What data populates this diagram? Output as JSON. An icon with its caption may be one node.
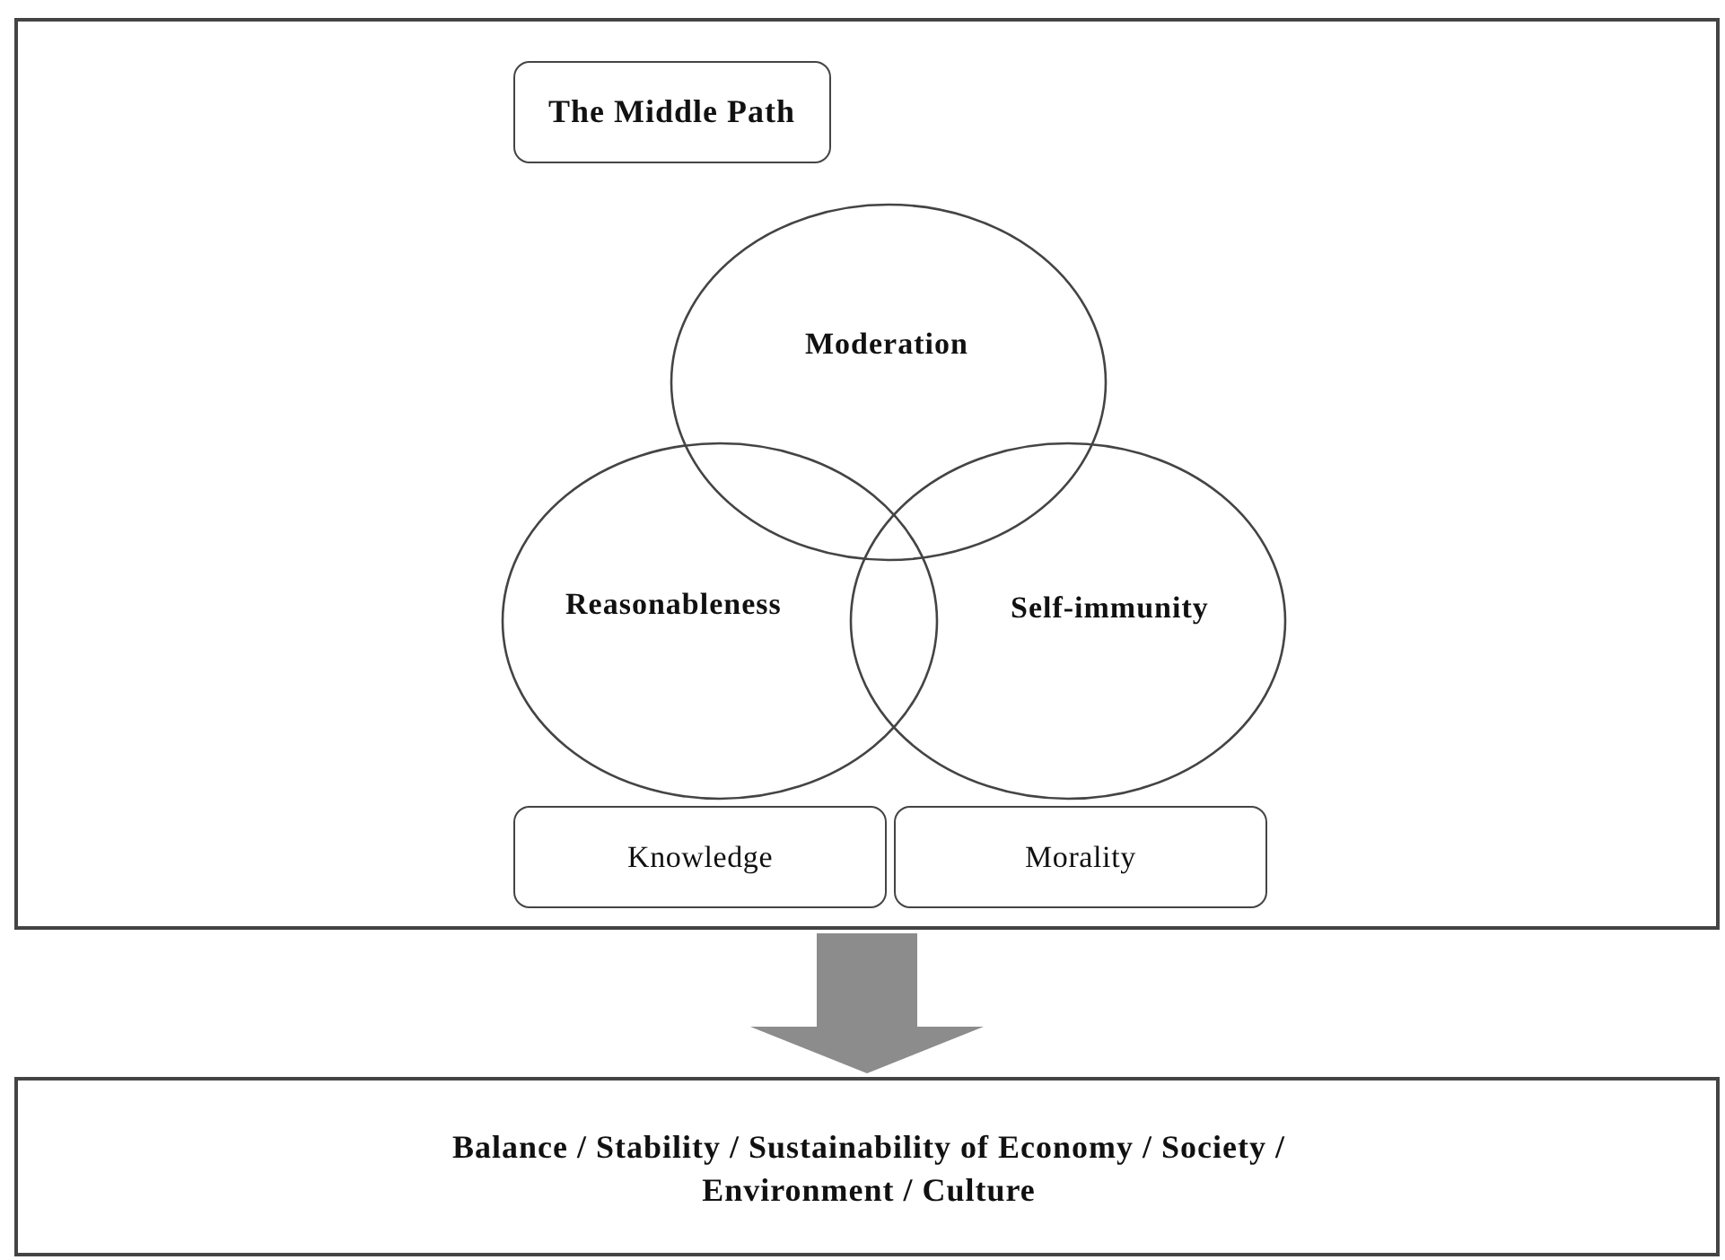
{
  "diagram": {
    "nodes": [
      {
        "text": [],
        "shape": "box"
      },
      {
        "text": [
          "The Middle Path"
        ],
        "in": 0
      },
      {
        "text": [
          "Moderation"
        ],
        "in": 0
      },
      {
        "text": [
          "Reasonableness"
        ],
        "in": 0
      },
      {
        "text": [
          "Self-immunity"
        ],
        "in": 0
      },
      {
        "text": [
          "Knowledge"
        ],
        "in": 0
      },
      {
        "text": [
          "Morality"
        ],
        "in": 0
      },
      {
        "text": [
          "Balance / Stability / Sustainability of Economy / Society / Environment / Culture"
        ]
      }
    ],
    "edges": [
      {
        "from": 0,
        "to": 7,
        "arrow": "to",
        "style": "thick",
        "color": "#8c8c8c"
      }
    ]
  }
}
